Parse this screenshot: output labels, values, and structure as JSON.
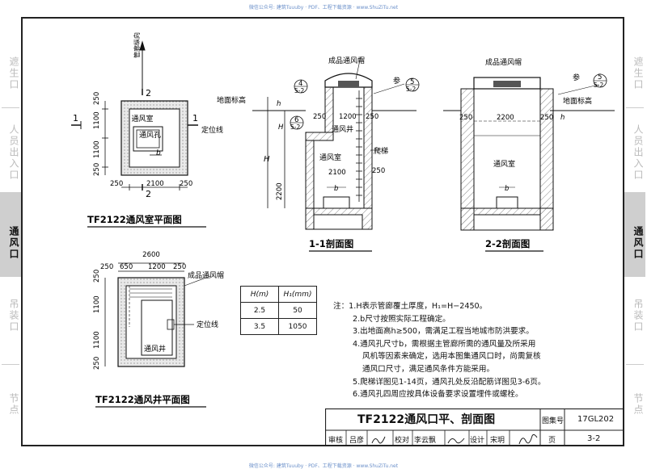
{
  "watermark": "微信公众号: 建筑Tuuuby · PDF、工程下载资源 · www.ShuZiTu.net",
  "side_tabs_left": [
    "遮生口",
    "人员出入口",
    "通风口",
    "吊装口",
    "节点"
  ],
  "side_tabs_right": [
    "遮生口",
    "人员出入口",
    "通风口",
    "吊装口",
    "节点"
  ],
  "active_tab": "通风口",
  "plan1": {
    "title": "TF2122通风室平面图",
    "north_label": "管廊纵向",
    "room_label": "通风室",
    "hole_label": "通风孔",
    "locate_label": "定位线",
    "b_label": "b",
    "left_dims": [
      "250",
      "1100",
      "1100",
      "250"
    ],
    "bottom_dims": [
      "250",
      "2100",
      "250"
    ],
    "sec1": "1",
    "sec2": "2"
  },
  "plan2": {
    "title": "TF2122通风井平面图",
    "cap_label": "成品通风帽",
    "well_label": "通风井",
    "locate_label": "定位线",
    "top_total": "2600",
    "top_dims": [
      "250",
      "650",
      "1200",
      "250"
    ],
    "left_dims": [
      "250",
      "1100",
      "1100",
      "250"
    ]
  },
  "section1": {
    "title": "1-1剖面图",
    "cap_label": "成品通风帽",
    "ground_label": "地面标高",
    "ref_label": "参",
    "ref_num": "5",
    "ref_sheet": "5-2",
    "ref2_num": "4",
    "ref2_sheet": "5-2",
    "ref3_num": "6",
    "ref3_sheet": "5-2",
    "well_label": "通风井",
    "room_label": "通风室",
    "ladder_label": "爬梯",
    "dims": [
      "250",
      "1200",
      "250",
      "2100",
      "2200",
      "250"
    ],
    "h_label": "h",
    "H_label": "H",
    "H1_label": "H",
    "b_label": "b"
  },
  "section2": {
    "title": "2-2剖面图",
    "cap_label": "成品通风帽",
    "ground_label": "地面标高",
    "ref_label": "参",
    "ref_num": "5",
    "ref_sheet": "5-2",
    "room_label": "通风室",
    "dims": [
      "250",
      "2200",
      "250"
    ],
    "h_label": "h",
    "b_label": "b"
  },
  "h_table": {
    "headers": [
      "H(m)",
      "H₁(mm)"
    ],
    "rows": [
      [
        "2.5",
        "50"
      ],
      [
        "3.5",
        "1050"
      ]
    ]
  },
  "notes": [
    "注：1.H表示管廊覆土厚度，H₁=H−2450。",
    "2.b尺寸按照实际工程确定。",
    "3.出地面高h≥500，需满足工程当地城市防洪要求。",
    "4.通风孔尺寸b，需根据主管廊所需的通风量及所采用",
    "风机等因素来确定，选用本图集通风口时，尚需复核",
    "通风口尺寸，满足通风条件方能采用。",
    "5.爬梯详图见1-14页，通风孔处反沿配筋详图见3-6页。",
    "6.通风孔四周应按具体设备要求设置埋件或螺栓。"
  ],
  "title_block": {
    "title": "TF2122通风口平、剖面图",
    "atlas_label": "图集号",
    "atlas_no": "17GL202",
    "review_label": "审核",
    "reviewer": "吕彦",
    "check_label": "校对",
    "checker": "李云飘",
    "design_label": "设计",
    "designer": "宋玥",
    "page_label": "页",
    "page_no": "3-2"
  }
}
